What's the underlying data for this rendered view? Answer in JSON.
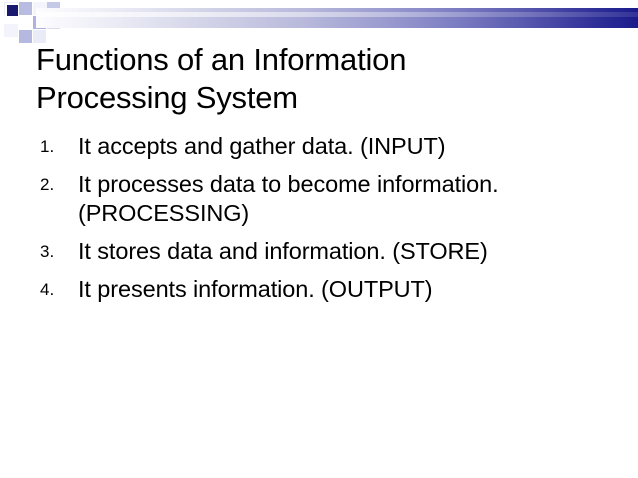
{
  "slide": {
    "title": "Functions of an Information Processing System",
    "title_lines": [
      "Functions of an Information",
      "Processing System"
    ],
    "items": [
      {
        "number": "1.",
        "text": "It accepts and gather data. (INPUT)"
      },
      {
        "number": "2.",
        "text": "It processes data to become information. (PROCESSING)"
      },
      {
        "number": "3.",
        "text": "It stores data and information. (STORE)"
      },
      {
        "number": "4.",
        "text": "It presents information. (OUTPUT)"
      }
    ]
  },
  "decoration": {
    "bar_start_color": "#fdfdff",
    "bar_end_color": "#1a1a8c",
    "accent_square_color": "#191970",
    "tile_color_light": "#cdcfe8",
    "tile_color_mid": "#b0b4de",
    "tile_color_pale": "#e6e7f4"
  }
}
